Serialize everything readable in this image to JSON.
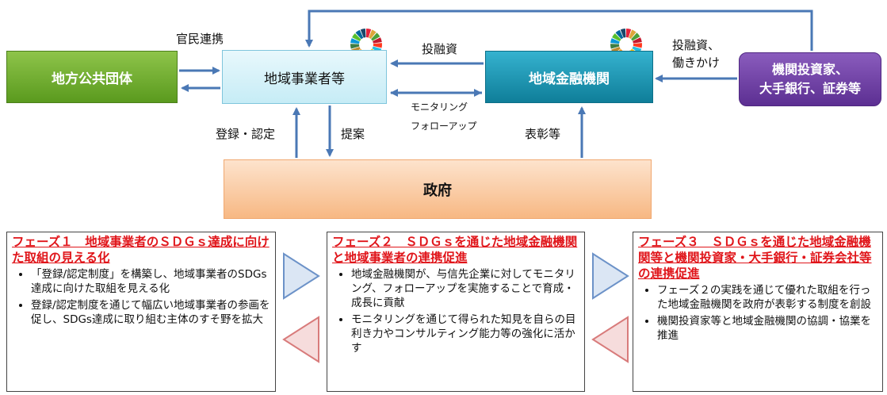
{
  "nodes": {
    "local_gov": "地方公共団体",
    "business": "地域事業者等",
    "bank": "地域金融機関",
    "investor_line1": "機関投資家、",
    "investor_line2": "大手銀行、証券等",
    "government": "政府"
  },
  "labels": {
    "public_private": "官民連携",
    "investment": "投融資",
    "investment_influence_1": "投融資、",
    "investment_influence_2": "働きかけ",
    "monitoring": "モニタリング",
    "follow_up": "フォローアップ",
    "register": "登録・認定",
    "proposal": "提案",
    "commend": "表彰等"
  },
  "colors": {
    "local_gov": "#6aab2b",
    "bank": "#1f97b6",
    "investor": "#6b3ca3",
    "government": "#f9c49a",
    "arrow": "#4a78b5",
    "phase_title": "#e0151a"
  },
  "phases": [
    {
      "title": "フェーズ１　地域事業者のＳＤＧｓ達成に向けた取組の見える化",
      "items": [
        "「登録/認定制度」を構築し、地域事業者のSDGs達成に向けた取組を見える化",
        "登録/認定制度を通じて幅広い地域事業者の参画を促し、SDGs達成に取り組む主体のすそ野を拡大"
      ]
    },
    {
      "title": "フェーズ２　ＳＤＧｓを通じた地域金融機関と地域事業者の連携促進",
      "items": [
        "地域金融機関が、与信先企業に対してモニタリング、フォローアップを実施することで育成・成長に貢献",
        "モニタリングを通じて得られた知見を自らの目利き力やコンサルティング能力等の強化に活かす"
      ]
    },
    {
      "title": "フェーズ３　ＳＤＧｓを通じた地域金融機関等と機関投資家・大手銀行・証券会社等の連携促進",
      "items": [
        "フェーズ２の実践を通じて優れた取組を行った地域金融機関を政府が表彰する制度を創設",
        "機関投資家等と地域金融機関の協調・協業を推進"
      ]
    }
  ]
}
